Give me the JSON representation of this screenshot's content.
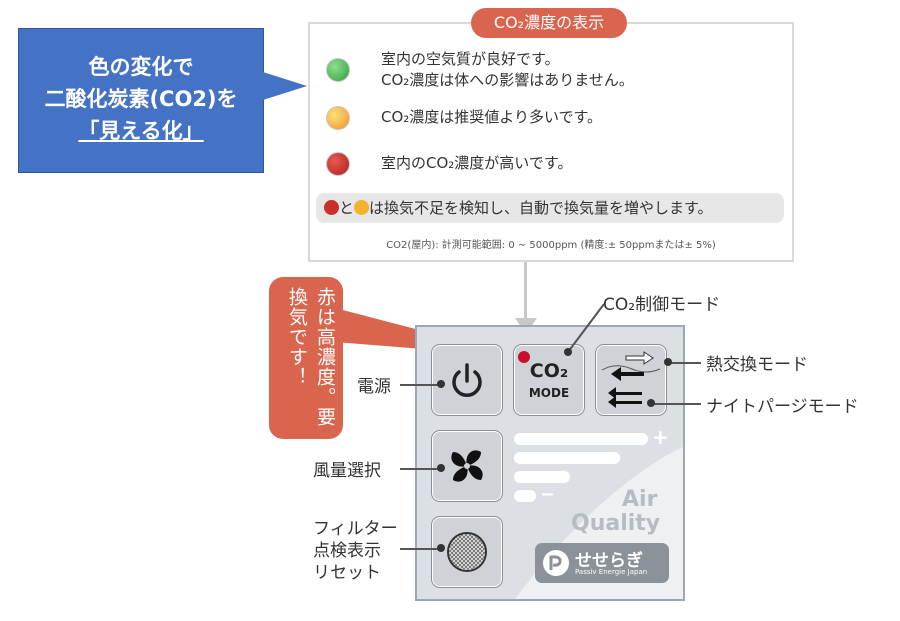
{
  "callout_left": {
    "line1": "色の変化で",
    "line2": "二酸化炭素(CO2)を",
    "line3": "「見える化」"
  },
  "info_box": {
    "title": "CO₂濃度の表示",
    "rows": [
      {
        "color": "#3cb043",
        "text1": "室内の空気質が良好です。",
        "text2": "CO₂濃度は体への影響はありません。"
      },
      {
        "color": "#f3b32a",
        "text1": "CO₂濃度は推奨値より多いです。",
        "text2": ""
      },
      {
        "color": "#c9302c",
        "text1": "室内のCO₂濃度が高いです。",
        "text2": ""
      }
    ],
    "notice_and": "と",
    "notice_text": "は換気不足を検知し、自動で換気量を増やします。",
    "range_note": "CO2(屋内): 計測可能範囲: 0 ~ 5000ppm (精度:± 50ppmまたは± 5%)"
  },
  "callout_red": {
    "text": "赤は高濃度。要換気です！"
  },
  "panel": {
    "co2_label": "CO₂",
    "mode_label": "MODE",
    "brand_word1": "Air",
    "brand_word2": "Quality",
    "brand_name": "せせらぎ",
    "brand_sub": "Passiv Energie Japan",
    "plus": "+",
    "minus": "−"
  },
  "labels": {
    "co2_mode": "CO₂制御モード",
    "power": "電源",
    "heat_exchange": "熱交換モード",
    "night_purge": "ナイトパージモード",
    "airflow": "風量選択",
    "filter_line1": "フィルター",
    "filter_line2": "点検表示",
    "filter_line3": "リセット"
  }
}
